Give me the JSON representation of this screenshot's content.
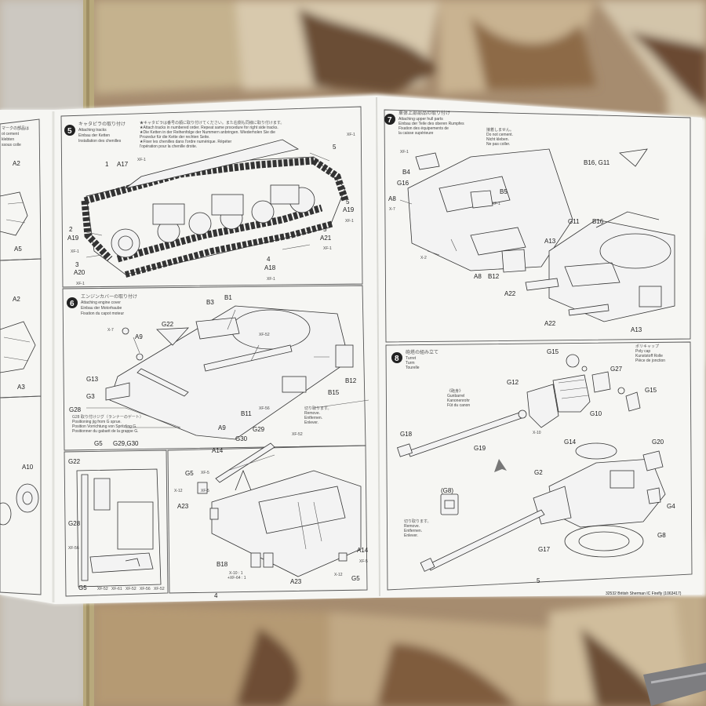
{
  "left_page": {
    "page_number": "4",
    "strip_texts": [
      "マークの部品は",
      "ot cement",
      "klebten",
      "ssous colle"
    ],
    "strip_labels": [
      "A2",
      "A5",
      "A2",
      "A3",
      "A10"
    ],
    "step5": {
      "number": "5",
      "title_jp": "キャタピラの取り付け",
      "title_en": "Attaching tracks",
      "title_de": "Einbau der Ketten",
      "title_fr": "Installation des chenilles",
      "note_jp": "★キャタピラは番号の順に取り付けてください。また右側も同様に取り付けます。",
      "note_en": "★Attach tracks in numbered order. Repeat same procedure for right side tracks.",
      "note_de": "★Die Ketten in der Reihenfolge der Nummern anbringen. Wiederholen Sie die",
      "note_de2": "Prozedur für die Kette der rechten Seite.",
      "note_fr": "★Fixer les chenilles dans l'ordre numérique. Répéter",
      "note_fr2": "l'opération pour la chenille droite.",
      "labels": [
        "1",
        "A17",
        "XF-1",
        "2",
        "A19",
        "XF-1",
        "3",
        "A20",
        "XF-1",
        "4",
        "A18",
        "XF-1",
        "5",
        "A21",
        "XF-1",
        "5",
        "A19",
        "XF-1",
        "5",
        "XF-1"
      ]
    },
    "step6": {
      "number": "6",
      "title_jp": "エンジンカバーの取り付け",
      "title_en": "Attaching engine cover",
      "title_de": "Einbau der Motorhaube",
      "title_fr": "Fixation du capot moteur",
      "labels": [
        "B3",
        "B1",
        "G22",
        "X-7",
        "A9",
        "XF-52",
        "B12",
        "G13",
        "G3",
        "B15",
        "B11",
        "XF-56",
        "A9"
      ],
      "remove_jp": "切り取ります。",
      "remove_en": "Remove.",
      "remove_de": "Entfernen.",
      "remove_fr": "Enlever.",
      "jig_jp": "G28 取り付けジグ（ランナーのゲート）",
      "jig_en": "Positioning jig from G sprue.",
      "jig_de": "Position Vorrichtung von Spritzling G.",
      "jig_fr": "Positionner du gabarit de la grappe G.",
      "jig_label": "G28"
    },
    "sub_left": {
      "labels": [
        "G22",
        "G5",
        "G29,G30",
        "G28",
        "XF-56",
        "G5"
      ],
      "paints": [
        "XF-52",
        "XF-61",
        "XF-52",
        "XF-56",
        "XF-52"
      ]
    },
    "sub_right": {
      "labels": [
        "A14",
        "G30",
        "G29",
        "XF-52",
        "G5",
        "XF-5",
        "X-12",
        "XF-5",
        "A23",
        "B18",
        "X-10 : 1",
        "+XF-64 : 1",
        "A23",
        "A14",
        "XF-5",
        "X-12",
        "G5"
      ]
    }
  },
  "right_page": {
    "page_number": "5",
    "footer": "32532 British Sherman IC Firefly (1063417)",
    "step7": {
      "number": "7",
      "title_jp": "車体上部部品の取り付け",
      "title_en": "Attaching upper hull parts",
      "title_de": "Einbau der Teile des oberen Rumpfes",
      "title_fr": "Fixation des équipements de",
      "title_fr2": "la caisse supérieure",
      "note_jp": "接着しません。",
      "note_en": "Do not cement.",
      "note_de": "Nicht kleben.",
      "note_fr": "Ne pas coller.",
      "labels": [
        "XF-1",
        "B4",
        "G16",
        "A8",
        "X-7",
        "B5",
        "XF-1",
        "B16, G11",
        "G11",
        "B16",
        "A13",
        "X-2",
        "A8",
        "B12",
        "A22",
        "A22",
        "A13"
      ]
    },
    "step8": {
      "number": "8",
      "title_jp": "砲塔の組み立て",
      "title_en": "Turret",
      "title_de": "Turm",
      "title_fr": "Tourelle",
      "poly_jp": "ポリキャップ",
      "poly_en": "Poly cap",
      "poly_de": "Kunststoff Rolle",
      "poly_fr": "Pièce de jonction",
      "barrel_jp": "《砲身》",
      "barrel_en": "Gunbarrel",
      "barrel_de": "Kanonenrohr",
      "barrel_fr": "Fût du canon",
      "remove_jp": "切り取ります。",
      "remove_en": "Remove.",
      "remove_de": "Entfernen.",
      "remove_fr": "Enlever.",
      "labels": [
        "G15",
        "G27",
        "G15",
        "G12",
        "G10",
        "X-10",
        "G18",
        "G19",
        "G14",
        "G20",
        "G2",
        "G4",
        "G8",
        "G17"
      ],
      "inset_label": "(G8)"
    }
  }
}
